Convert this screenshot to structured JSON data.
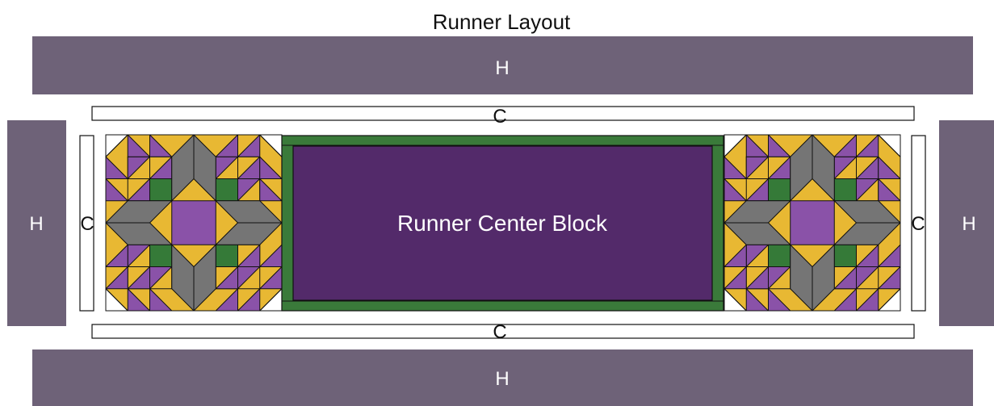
{
  "title": "Runner Layout",
  "center_label": "Runner Center Block",
  "pieces": {
    "top_h": "H",
    "bottom_h": "H",
    "left_h": "H",
    "right_h": "H",
    "top_c": "C",
    "bottom_c": "C",
    "left_c": "C",
    "right_c": "C"
  },
  "colors": {
    "h_panel": "#6e6278",
    "center_fabric": "#532a6a",
    "center_border": "#3a7a3a",
    "gold": "#e8b833",
    "gray": "#757575",
    "purple_light": "#8a52a8",
    "green_dark": "#357a38",
    "outline": "#111111"
  }
}
